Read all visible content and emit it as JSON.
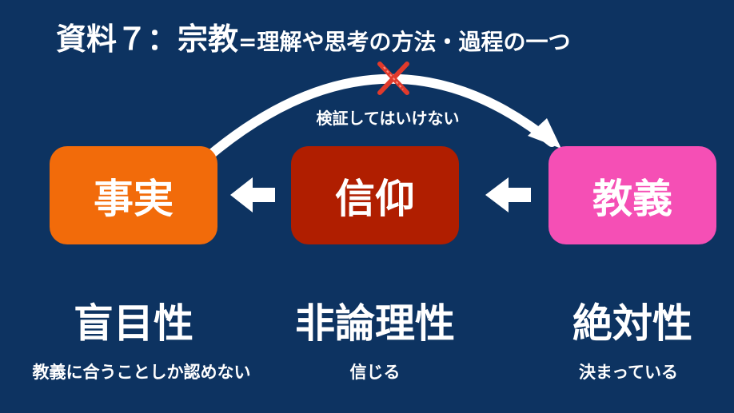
{
  "title": {
    "main": "資料７：宗教",
    "sub": "=理解や思考の方法・過程の一つ"
  },
  "arc": {
    "label": "検証してはいけない"
  },
  "boxes": {
    "fact": "事実",
    "faith": "信仰",
    "doctrine": "教義"
  },
  "labels": {
    "fact": {
      "big": "盲目性",
      "small": "教義に合うことしか認めない"
    },
    "faith": {
      "big": "非論理性",
      "small": "信じる"
    },
    "doctrine": {
      "big": "絶対性",
      "small": "決まっている"
    }
  },
  "colors": {
    "background": "#0d3361",
    "fact": "#f26b0a",
    "faith": "#b01e00",
    "doctrine": "#f54fb5",
    "cross": "#e03a2c"
  }
}
